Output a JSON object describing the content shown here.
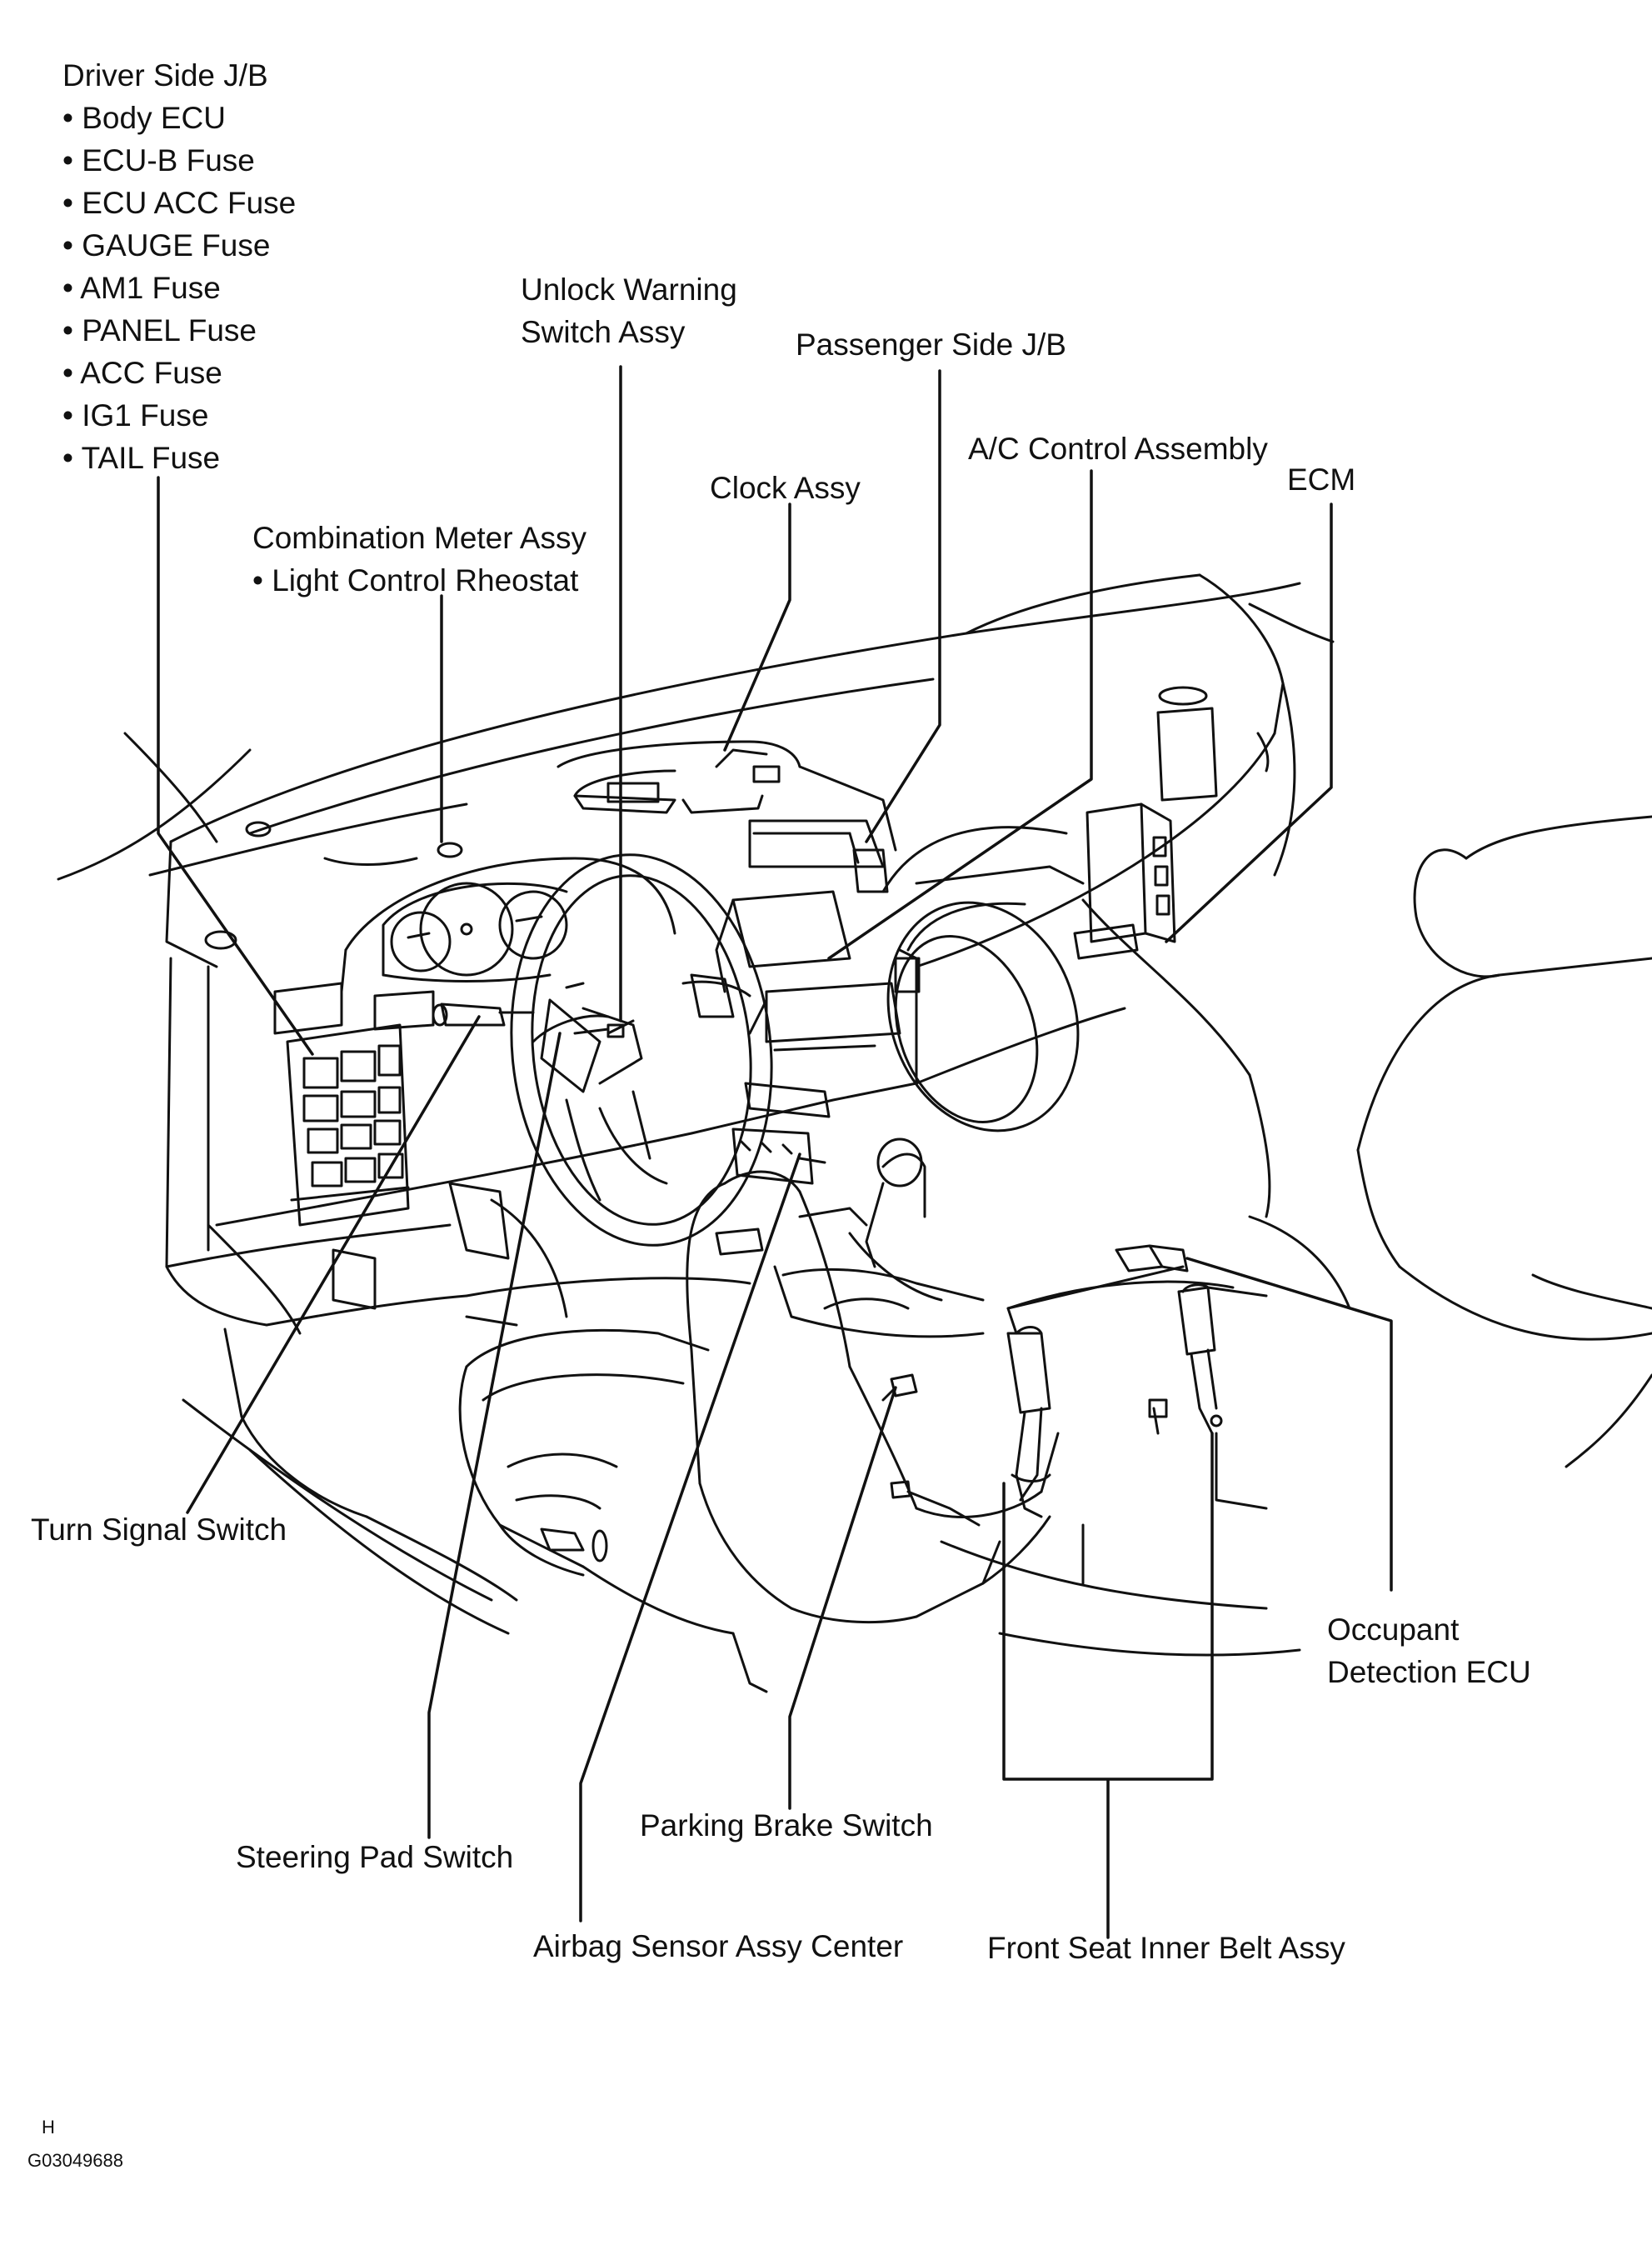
{
  "colors": {
    "ink": "#111111",
    "background": "#ffffff"
  },
  "figure_code": "H",
  "figure_id": "G03049688",
  "labels": {
    "driver_jb": {
      "title": "Driver Side J/B",
      "items": [
        "• Body ECU",
        "• ECU-B Fuse",
        "• ECU ACC Fuse",
        "• GAUGE Fuse",
        "• AM1 Fuse",
        "• PANEL Fuse",
        "• ACC Fuse",
        "• IG1 Fuse",
        "• TAIL Fuse"
      ]
    },
    "unlock_warning": {
      "line1": "Unlock Warning",
      "line2": "Switch Assy"
    },
    "passenger_jb": "Passenger Side J/B",
    "ac_control": "A/C Control Assembly",
    "clock": "Clock Assy",
    "ecm": "ECM",
    "combination_meter": {
      "line1": "Combination Meter Assy",
      "line2": "• Light Control Rheostat"
    },
    "turn_signal": "Turn Signal Switch",
    "occupant_detection": {
      "line1": "Occupant",
      "line2": "Detection ECU"
    },
    "parking_brake": "Parking Brake Switch",
    "steering_pad": "Steering Pad Switch",
    "airbag_sensor": "Airbag Sensor Assy Center",
    "front_seat_belt": "Front Seat Inner Belt Assy"
  }
}
